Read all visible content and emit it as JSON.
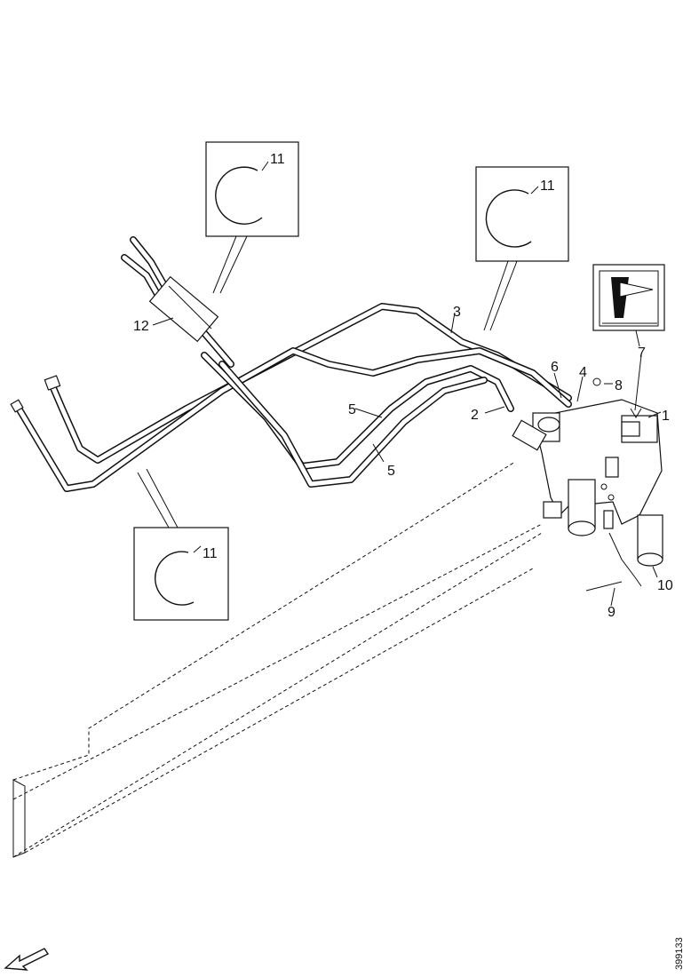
{
  "diagram": {
    "callouts": {
      "c1": "1",
      "c2": "2",
      "c3": "3",
      "c4": "4",
      "c5a": "5",
      "c5b": "5",
      "c6": "6",
      "c7": "7",
      "c8": "8",
      "c9": "9",
      "c10": "10",
      "c11a": "11",
      "c11b": "11",
      "c11c": "11",
      "c12": "12"
    },
    "reference_number": "399133"
  }
}
